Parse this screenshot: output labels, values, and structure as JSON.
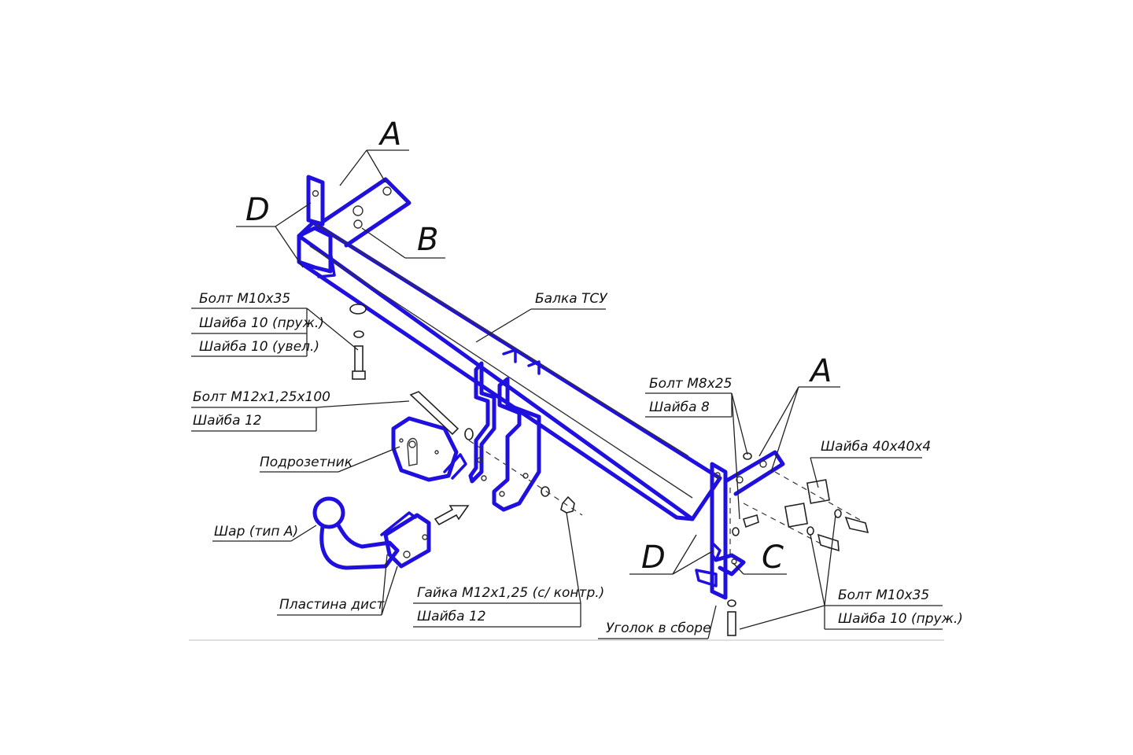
{
  "letters": {
    "a_top": "A",
    "b": "B",
    "d_top": "D",
    "a_right": "A",
    "c": "C",
    "d_bottom": "D"
  },
  "labels": {
    "beam": "Балка ТСУ",
    "left_bolt": "Болт М10х35",
    "left_washer_spring": "Шайба 10 (пруж.)",
    "left_washer_large": "Шайба 10 (увел.)",
    "bolt_m12": "Болт М12х1,25х100",
    "washer_12_top": "Шайба 12",
    "socket_plate": "Подрозетник",
    "ball": "Шар (тип А)",
    "spacer_plate": "Пластина дист",
    "nut": "Гайка М12х1,25 (с/ контр.)",
    "washer_12_bottom": "Шайба 12",
    "bolt_m8": "Болт М8х25",
    "washer_8": "Шайба 8",
    "washer_40": "Шайба 40х40х4",
    "right_bolt": "Болт М10х35",
    "right_washer": "Шайба 10 (пруж.)",
    "corner": "Уголок в сборе"
  }
}
